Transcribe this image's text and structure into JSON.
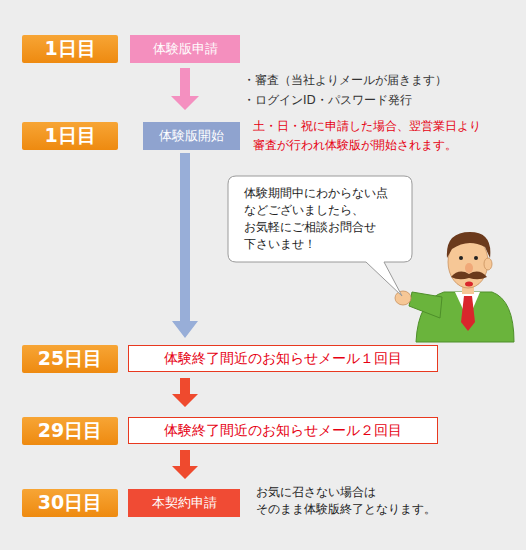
{
  "diagram": {
    "nodes": [
      {
        "text": [
          "1日目"
        ]
      },
      {
        "text": [
          "体験版申請"
        ]
      },
      {
        "text": [
          "1日目"
        ]
      },
      {
        "text": [
          "体験版開始"
        ]
      },
      {
        "text": [
          "体験期間中にわからない点 などございましたら、 お気軽にご相談お問合せ 下さいませ！"
        ]
      },
      {
        "text": [
          "25日目"
        ]
      },
      {
        "text": [
          "体験終了間近のお知らせメール１回目"
        ]
      },
      {
        "text": [
          "29日目"
        ]
      },
      {
        "text": [
          "体験終了間近のお知らせメール２回目"
        ]
      },
      {
        "text": [
          "30日目"
        ]
      },
      {
        "text": [
          "本契約申請"
        ]
      }
    ],
    "edges": [
      {
        "from": 1,
        "to": 3,
        "arrow": "to"
      },
      {
        "from": 3,
        "to": 6,
        "arrow": "to"
      },
      {
        "from": 6,
        "to": 8,
        "arrow": "to"
      },
      {
        "from": 8,
        "to": 10,
        "arrow": "to"
      }
    ],
    "labels": [
      "・審査（当社よりメールが届きます）",
      "・ログインID・パスワード発行",
      "土・日・祝に申請した場合、翌営業日より 審査が行われ体験版が開始されます。",
      "お気に召さない場合は そのまま体験版終了となります。"
    ]
  }
}
